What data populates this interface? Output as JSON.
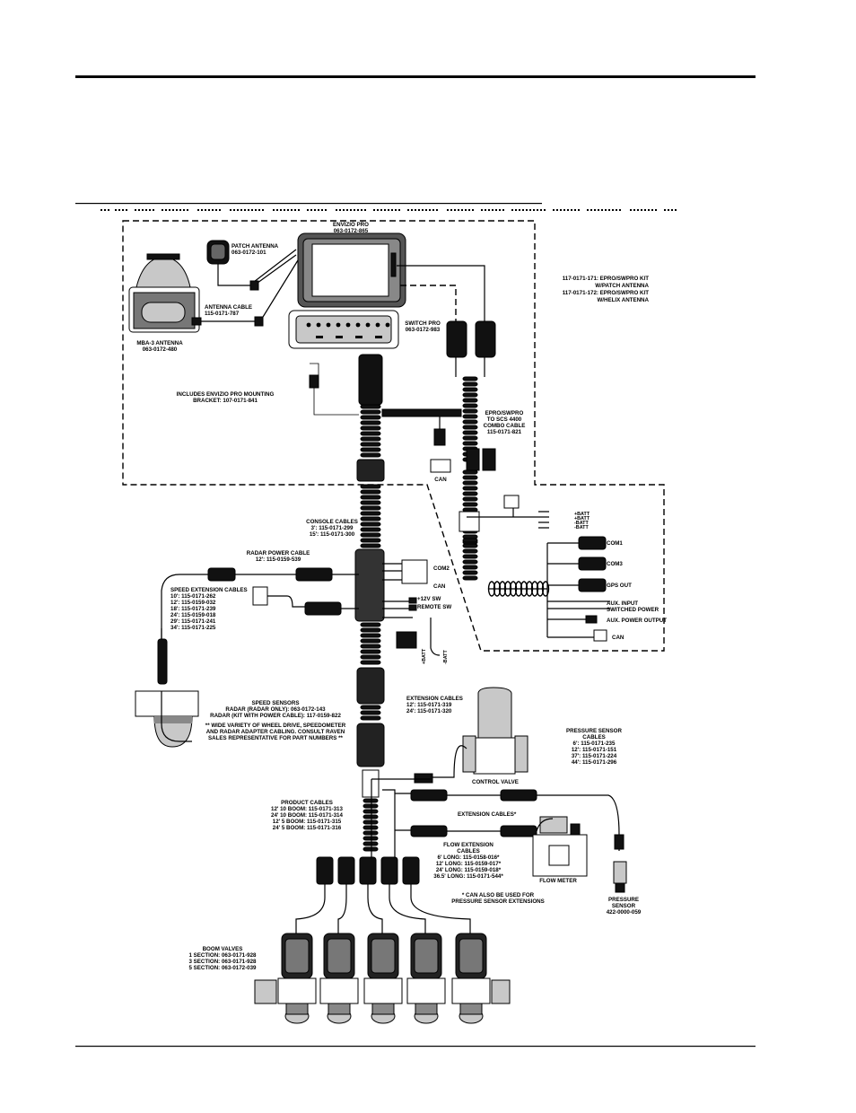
{
  "labels": {
    "envizio_pro": [
      "ENVIZIO PRO",
      "063-0172-865"
    ],
    "patch_antenna": [
      "PATCH ANTENNA",
      "063-0172-101"
    ],
    "antenna_cable": [
      "ANTENNA CABLE",
      "115-0171-787"
    ],
    "mba3_antenna": [
      "MBA-3 ANTENNA",
      "063-0172-480"
    ],
    "switch_pro": [
      "SWITCH PRO",
      "063-0172-983"
    ],
    "kits": [
      "117-0171-171: EPRO/SWPRO KIT",
      "W/PATCH ANTENNA",
      "117-0171-172: EPRO/SWPRO KIT",
      "W/HELIX ANTENNA"
    ],
    "mounting_bracket": [
      "INCLUDES ENVIZIO PRO MOUNTING",
      "BRACKET: 107-0171-841"
    ],
    "combo_cable": [
      "EPRO/SWPRO",
      "TO SCS 4400",
      "COMBO CABLE",
      "115-0171-821"
    ],
    "can_top": "CAN",
    "console_cables": [
      "CONSOLE CABLES",
      "3': 115-0171-299",
      "15': 115-0171-300"
    ],
    "radar_power": [
      "RADAR POWER CABLE",
      "12': 115-0159-539"
    ],
    "speed_ext": [
      "SPEED EXTENSION CABLES",
      "10': 115-0171-262",
      "12': 115-0159-032",
      "18': 115-0171-239",
      "24': 115-0159-018",
      "29': 115-0171-241",
      "34': 115-0171-225"
    ],
    "battery_leads": [
      "+BATT",
      "+BATT",
      "-BATT",
      "-BATT"
    ],
    "com2": "COM2",
    "can_mid": "CAN",
    "sw_12v": "+12V SW",
    "remote_sw": "REMOTE SW",
    "batt_pos": "+BATT",
    "batt_neg": "-BATT",
    "com1": "COM1",
    "com3": "COM3",
    "gps_out": "GPS OUT",
    "aux_input": "AUX. INPUT",
    "switched_power": "SWITCHED POWER",
    "aux_power": "AUX. POWER OUTPUT",
    "can_right": "CAN",
    "speed_sensors": [
      "SPEED SENSORS",
      "RADAR (RADAR ONLY): 063-0172-143",
      "RADAR (KIT WITH POWER CABLE): 117-0159-822"
    ],
    "speed_note": [
      "** WIDE VARIETY OF WHEEL DRIVE, SPEEDOMETER",
      "AND RADAR ADAPTER CABLING.  CONSULT RAVEN",
      "SALES REPRESENTATIVE FOR PART NUMBERS **"
    ],
    "extension_cables": [
      "EXTENSION CABLES",
      "12': 115-0171-319",
      "24': 115-0171-320"
    ],
    "control_valve": "CONTROL VALVE",
    "pressure_cables": [
      "PRESSURE SENSOR",
      "CABLES",
      "6': 115-0171-235",
      "12': 115-0171-151",
      "37': 115-0171-224",
      "44': 115-0171-296"
    ],
    "product_cables": [
      "PRODUCT CABLES",
      "12' 10 BOOM: 115-0171-313",
      "24' 10 BOOM: 115-0171-314",
      "12' 5 BOOM: 115-0171-315",
      "24' 5 BOOM: 115-0171-316"
    ],
    "extension_cables_star": "EXTENSION CABLES*",
    "flow_ext": [
      "FLOW EXTENSION",
      "CABLES",
      "6' LONG: 115-0158-016*",
      "12' LONG: 115-0159-017*",
      "24' LONG: 115-0159-018*",
      "36.5' LONG: 115-0171-544*"
    ],
    "flow_meter": "FLOW METER",
    "pressure_sensor": [
      "PRESSURE",
      "SENSOR",
      "422-0000-059"
    ],
    "can_note": [
      "* CAN ALSO BE USED FOR",
      "PRESSURE SENSOR EXTENSIONS"
    ],
    "boom_valves": [
      "BOOM VALVES",
      "1 SECTION: 063-0171-928",
      "3 SECTION: 063-0171-928",
      "5 SECTION: 063-0172-039"
    ]
  }
}
